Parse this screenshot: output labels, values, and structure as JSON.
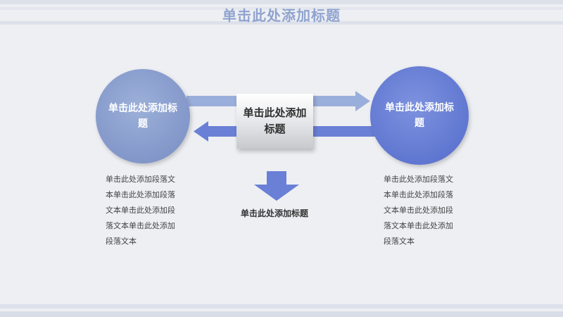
{
  "title": "单击此处添加标题",
  "left_circle": {
    "label": "单击此处添加标题"
  },
  "right_circle": {
    "label": "单击此处添加标题"
  },
  "center_box": {
    "label": "单击此处添加标题"
  },
  "down_caption": "单击此处添加标题",
  "left_paragraph": "单击此处添加段落文本单击此处添加段落文本单击此处添加段落文本单击此处添加段落文本",
  "right_paragraph": "单击此处添加段落文本单击此处添加段落文本单击此处添加段落文本单击此处添加段落文本",
  "colors": {
    "title": "#8fa3cf",
    "left_circle": "#8da0cd",
    "right_circle": "#6a80d6",
    "arrow_light": "#9aaedb",
    "arrow_dark": "#6a80d6"
  }
}
